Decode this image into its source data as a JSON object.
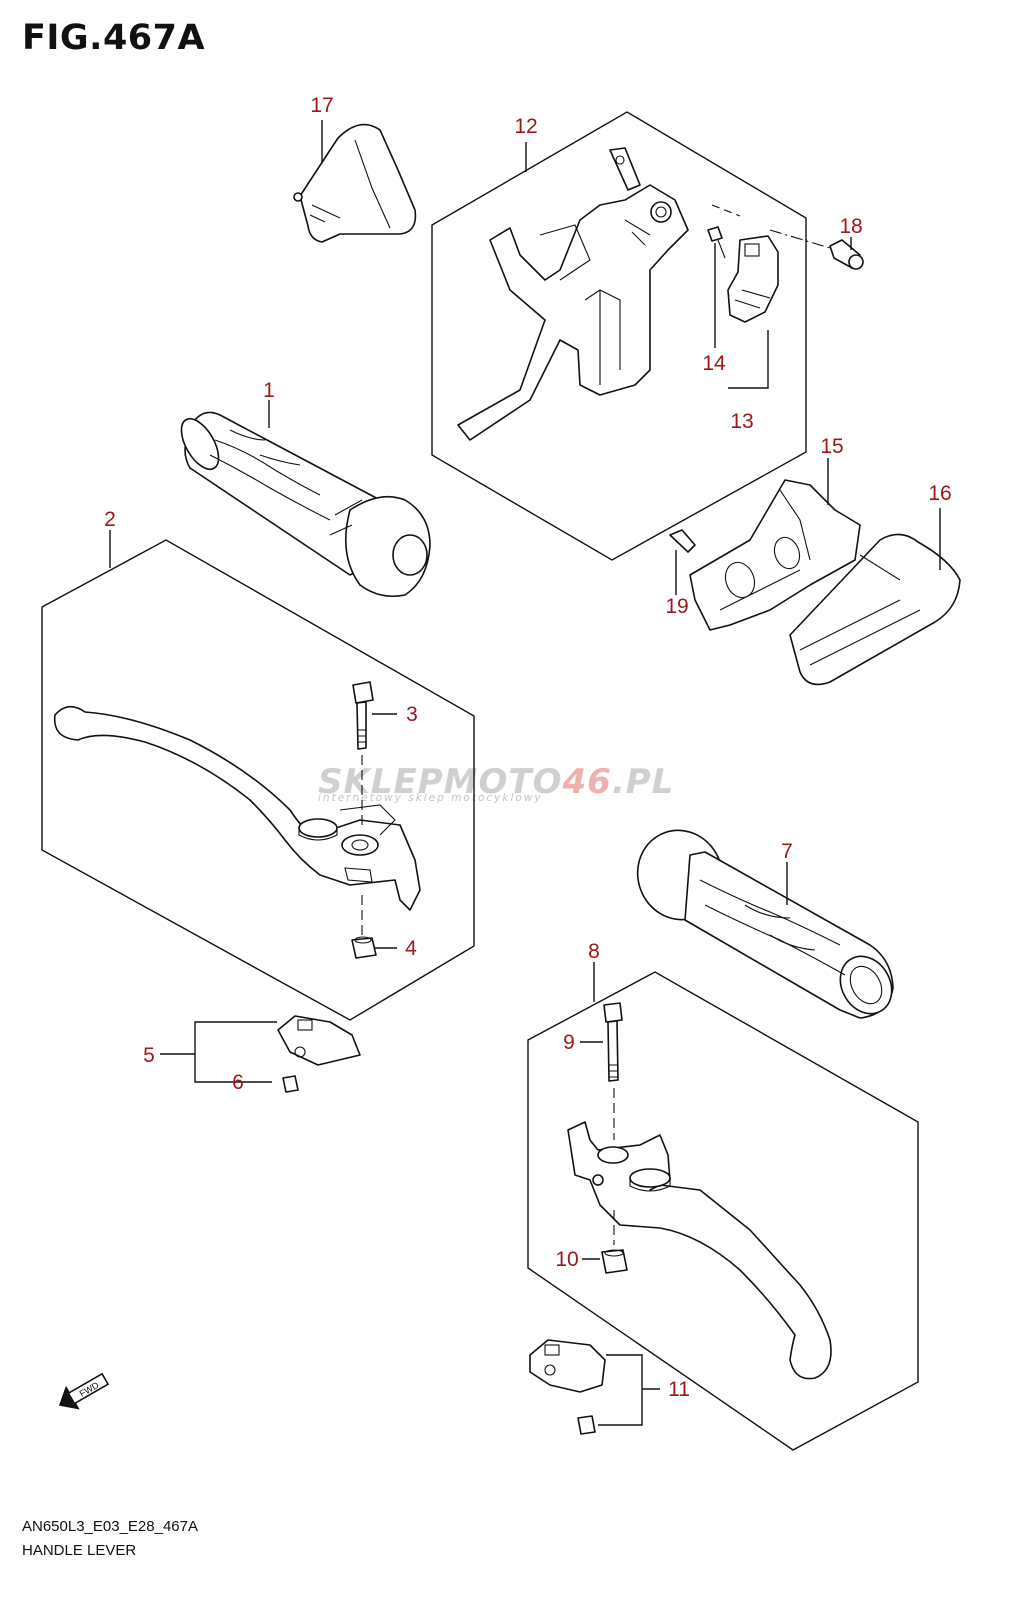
{
  "figure": {
    "title": "FIG.467A",
    "code": "AN650L3_E03_E28_467A",
    "name": "HANDLE LEVER"
  },
  "watermark": {
    "brand_a": "SKLEPMOTO",
    "brand_b": "46",
    "brand_c": ".PL",
    "tagline": "internetowy sklep motocyklowy"
  },
  "fwd_label": "FWD",
  "callouts": [
    "1",
    "2",
    "3",
    "4",
    "5",
    "6",
    "7",
    "8",
    "9",
    "10",
    "11",
    "12",
    "13",
    "14",
    "15",
    "16",
    "17",
    "18",
    "19"
  ],
  "colors": {
    "label": "#a0171a",
    "line": "#111111"
  }
}
